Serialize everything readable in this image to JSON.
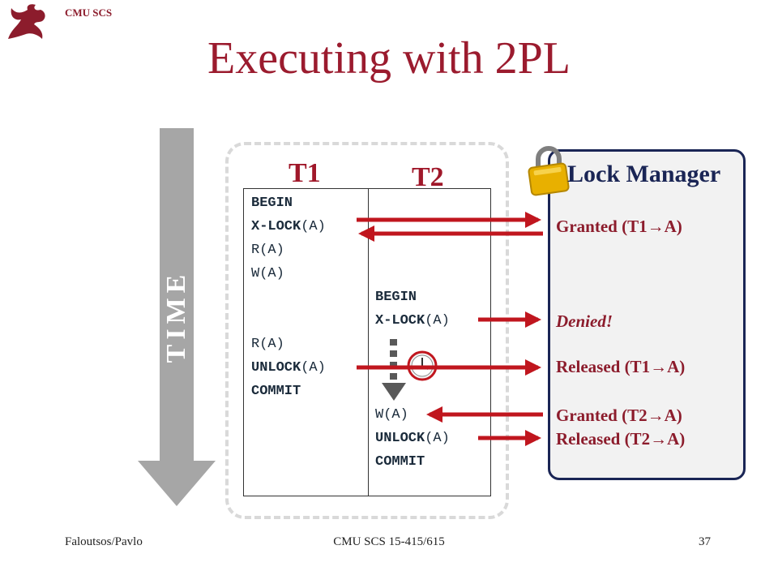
{
  "header": {
    "org_label": "CMU SCS"
  },
  "title": "Executing with 2PL",
  "time_label": "TIME",
  "t1": {
    "label": "T1",
    "ops": [
      {
        "kw": "BEGIN",
        "arg": ""
      },
      {
        "kw": "X-LOCK",
        "arg": "(A)"
      },
      {
        "kw": "",
        "arg": "R(A)"
      },
      {
        "kw": "",
        "arg": "W(A)"
      },
      {
        "kw": "",
        "arg": "R(A)"
      },
      {
        "kw": "UNLOCK",
        "arg": "(A)"
      },
      {
        "kw": "COMMIT",
        "arg": ""
      }
    ]
  },
  "t2": {
    "label": "T2",
    "ops": [
      {
        "kw": "BEGIN",
        "arg": ""
      },
      {
        "kw": "X-LOCK",
        "arg": "(A)"
      },
      {
        "kw": "",
        "arg": "W(A)"
      },
      {
        "kw": "UNLOCK",
        "arg": "(A)"
      },
      {
        "kw": "COMMIT",
        "arg": ""
      }
    ]
  },
  "lock_manager": {
    "title": "Lock Manager",
    "responses": [
      "Granted (T1→A)",
      "Denied!",
      "Released (T1→A)",
      "Granted (T2→A)",
      "Released (T2→A)"
    ]
  },
  "colors": {
    "title": "#9b1b2e",
    "arrow": "#c0161e",
    "lm_border": "#1a2555",
    "time_arrow": "#a6a6a6"
  },
  "icons": [
    "cmu-dragon-logo-icon",
    "padlock-icon",
    "clock-icon"
  ],
  "footer": {
    "author": "Faloutsos/Pavlo",
    "course": "CMU SCS 15-415/615",
    "page": "37"
  }
}
